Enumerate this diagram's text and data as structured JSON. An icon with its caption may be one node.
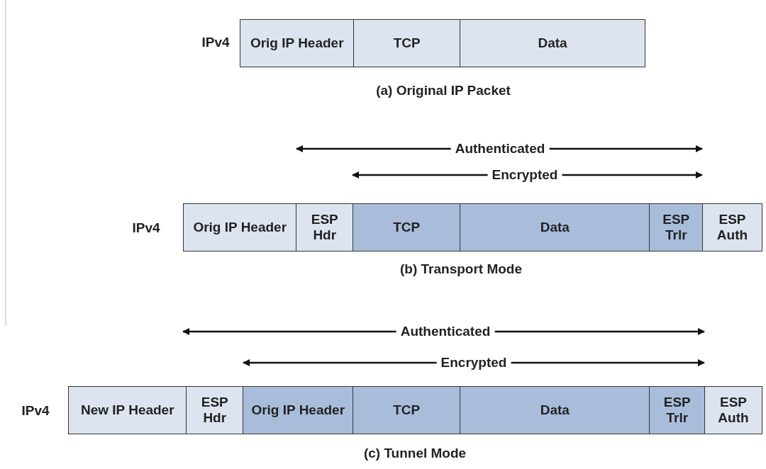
{
  "diagram": {
    "nodes": [
      {
        "text": [
          "Orig IP Header"
        ]
      },
      {
        "text": [
          "TCP"
        ]
      },
      {
        "text": [
          "Data"
        ]
      },
      {
        "text": [
          "Orig IP Header"
        ]
      },
      {
        "text": [
          "ESP Hdr"
        ]
      },
      {
        "text": [
          "TCP"
        ]
      },
      {
        "text": [
          "Data"
        ]
      },
      {
        "text": [
          "ESP Trlr"
        ]
      },
      {
        "text": [
          "ESP Auth"
        ]
      },
      {
        "text": [
          "New IP Header"
        ]
      },
      {
        "text": [
          "ESP Hdr"
        ]
      },
      {
        "text": [
          "Orig IP Header"
        ]
      },
      {
        "text": [
          "TCP"
        ]
      },
      {
        "text": [
          "Data"
        ]
      },
      {
        "text": [
          "ESP Trlr"
        ]
      },
      {
        "text": [
          "ESP Auth"
        ]
      }
    ],
    "edges": [],
    "labels": [
      "IPv4",
      "(a) Original IP Packet",
      "Authenticated",
      "Encrypted",
      "IPv4",
      "(b) Transport Mode",
      "Authenticated",
      "Encrypted",
      "IPv4",
      "(c) Tunnel Mode"
    ]
  }
}
